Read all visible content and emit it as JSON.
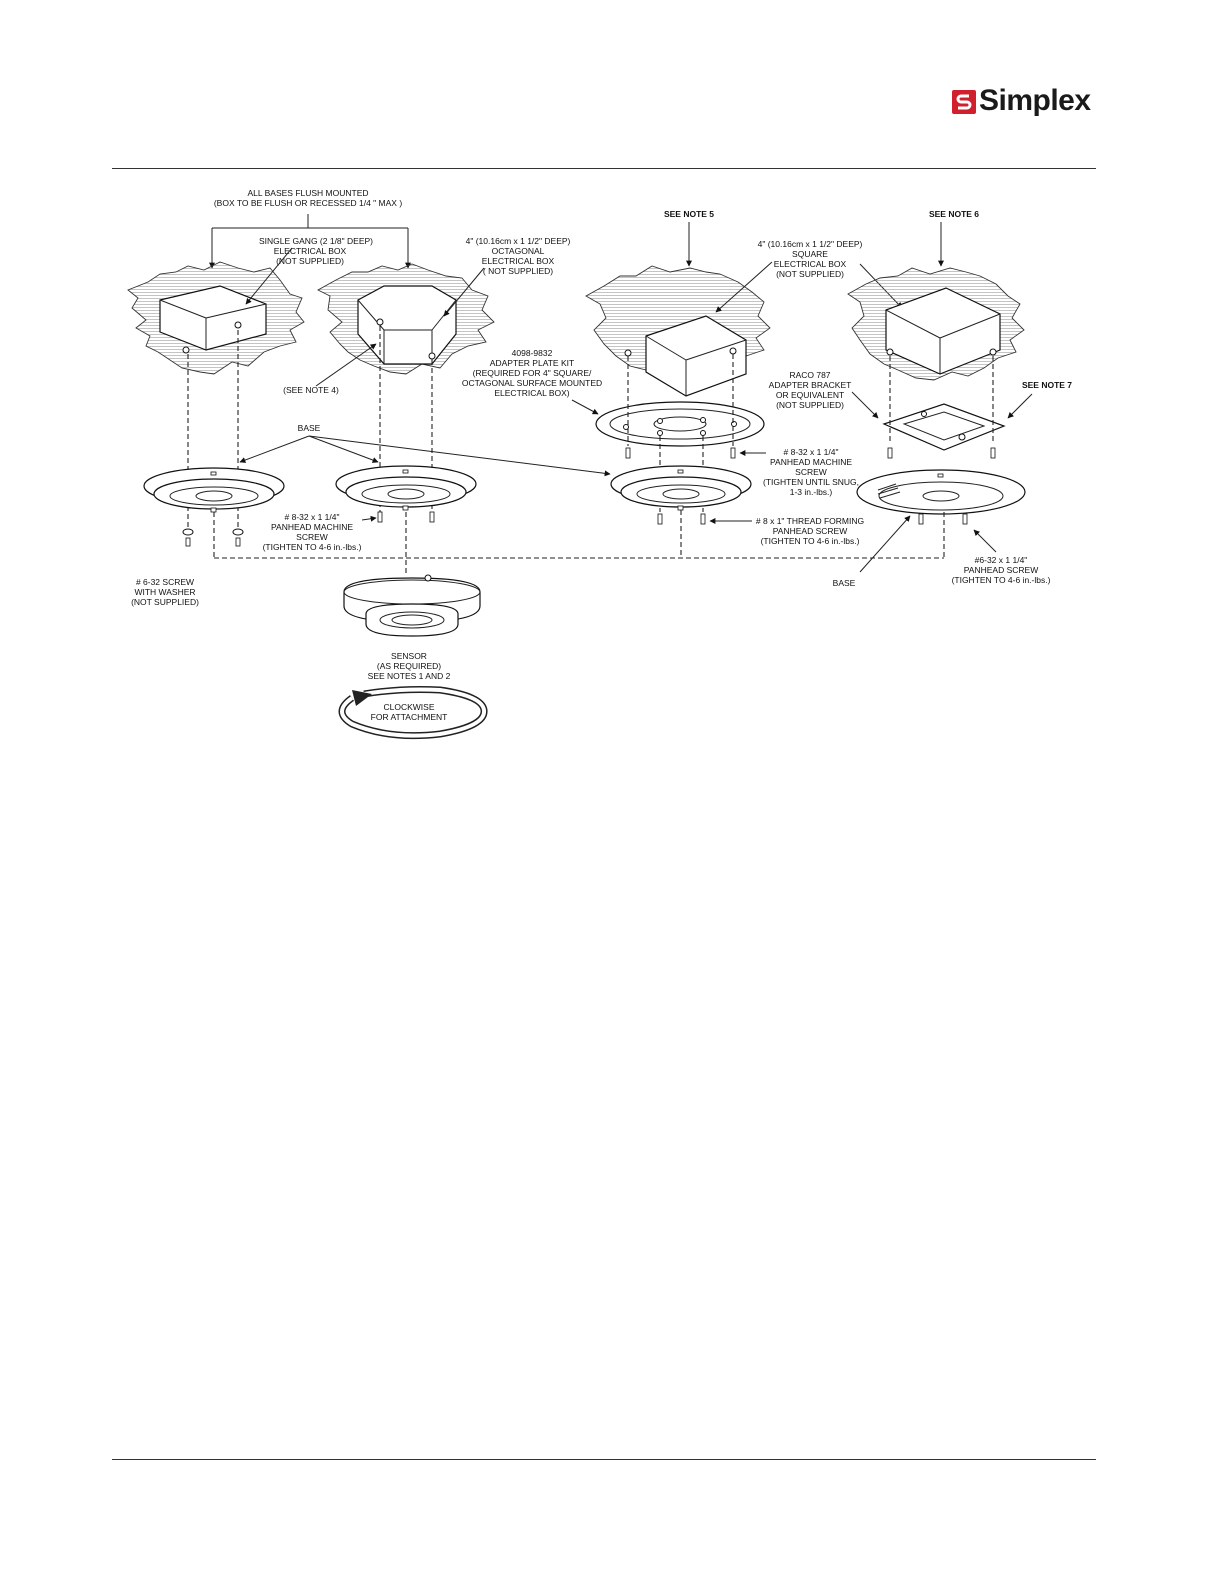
{
  "brand": {
    "name": "Simplex",
    "color": "#d0202e"
  },
  "labels": {
    "all_bases_1": "ALL BASES FLUSH MOUNTED",
    "all_bases_2": "(BOX TO BE FLUSH OR RECESSED 1/4 \" MAX )",
    "single_gang_1": "SINGLE GANG (2 1/8\" DEEP)",
    "single_gang_2": "ELECTRICAL BOX",
    "single_gang_3": "(NOT SUPPLIED)",
    "oct_1": "4\" (10.16cm x 1 1/2\" DEEP)",
    "oct_2": "OCTAGONAL",
    "oct_3": "ELECTRICAL BOX",
    "oct_4": "( NOT SUPPLIED)",
    "see_note_4": "(SEE NOTE 4)",
    "see_note_5": "SEE NOTE 5",
    "see_note_6": "SEE NOTE 6",
    "see_note_7": "SEE NOTE 7",
    "sq_1": "4\" (10.16cm x 1 1/2\" DEEP)",
    "sq_2": "SQUARE",
    "sq_3": "ELECTRICAL BOX",
    "sq_4": "(NOT SUPPLIED)",
    "adapter_1": "4098-9832",
    "adapter_2": "ADAPTER PLATE KIT",
    "adapter_3": "(REQUIRED FOR 4\" SQUARE/",
    "adapter_4": "OCTAGONAL SURFACE MOUNTED",
    "adapter_5": "ELECTRICAL BOX)",
    "raco_1": "RACO 787",
    "raco_2": "ADAPTER BRACKET",
    "raco_3": "OR EQUIVALENT",
    "raco_4": "(NOT SUPPLIED)",
    "base": "BASE",
    "pan832_1": "# 8-32 x 1 1/4\"",
    "pan832_2": "PANHEAD MACHINE",
    "pan832_3": "SCREW",
    "pan832_4": "(TIGHTEN UNTIL SNUG,",
    "pan832_5": "1-3 in.-lbs.)",
    "thread_1": "# 8 x 1\" THREAD FORMING",
    "thread_2": "PANHEAD SCREW",
    "thread_3": "(TIGHTEN TO 4-6 in.-lbs.)",
    "mid_screw_1": "# 8-32 x 1 1/4\"",
    "mid_screw_2": "PANHEAD MACHINE",
    "mid_screw_3": "SCREW",
    "mid_screw_4": "(TIGHTEN TO 4-6 in.-lbs.)",
    "washer_1": "# 6-32 SCREW",
    "washer_2": "WITH WASHER",
    "washer_3": "(NOT SUPPLIED)",
    "s632_1": "#6-32 x 1 1/4\"",
    "s632_2": "PANHEAD SCREW",
    "s632_3": "(TIGHTEN TO 4-6 in.-lbs.)",
    "base_right": "BASE",
    "sensor_1": "SENSOR",
    "sensor_2": "(AS REQUIRED)",
    "sensor_3": "SEE NOTES 1 AND 2",
    "clockwise_1": "CLOCKWISE",
    "clockwise_2": "FOR ATTACHMENT"
  }
}
